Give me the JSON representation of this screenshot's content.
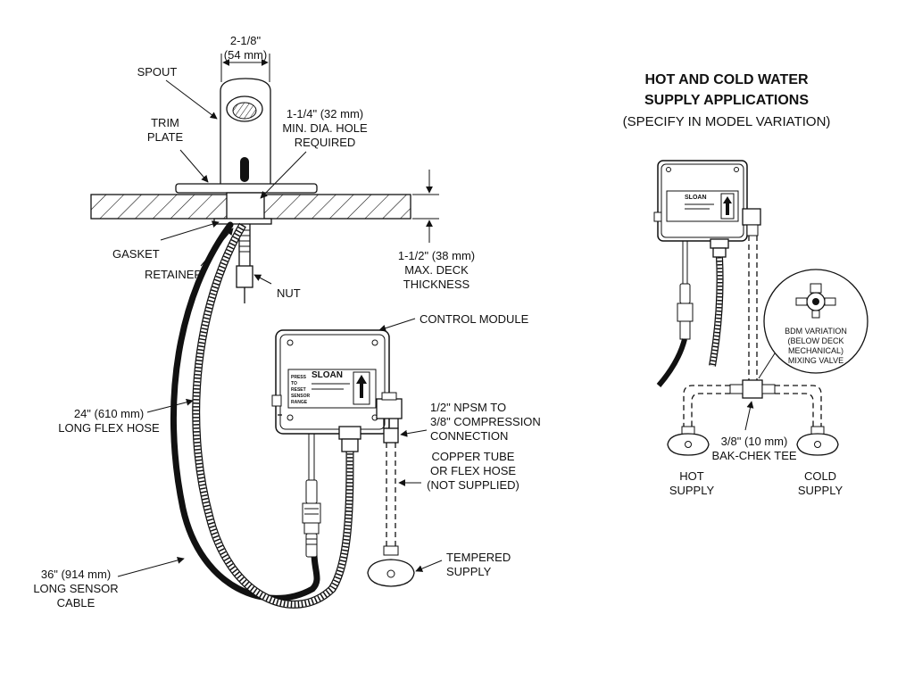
{
  "main": {
    "labels": {
      "width_dim": "2-1/8\"",
      "width_dim_mm": "(54 mm)",
      "spout": "SPOUT",
      "trim_plate_1": "TRIM",
      "trim_plate_2": "PLATE",
      "hole_1": "1-1/4\" (32 mm)",
      "hole_2": "MIN. DIA. HOLE",
      "hole_3": "REQUIRED",
      "gasket": "GASKET",
      "retainer": "RETAINER",
      "nut": "NUT",
      "deck_1": "1-1/2\" (38 mm)",
      "deck_2": "MAX. DECK",
      "deck_3": "THICKNESS",
      "control_module": "CONTROL MODULE",
      "flex_hose_1": "24\" (610 mm)",
      "flex_hose_2": "LONG FLEX HOSE",
      "npsm_1": "1/2\" NPSM TO",
      "npsm_2": "3/8\" COMPRESSION",
      "npsm_3": "CONNECTION",
      "copper_1": "COPPER TUBE",
      "copper_2": "OR  FLEX HOSE",
      "copper_3": "(NOT SUPPLIED)",
      "tempered_1": "TEMPERED",
      "tempered_2": "SUPPLY",
      "sensor_1": "36\" (914 mm)",
      "sensor_2": "LONG SENSOR",
      "sensor_3": "CABLE"
    },
    "module_text": {
      "brand": "SLOAN",
      "press_1": "PRESS",
      "press_2": "TO",
      "press_3": "RESET",
      "press_4": "SENSOR",
      "press_5": "RANGE"
    }
  },
  "inset": {
    "title_1": "HOT AND COLD WATER",
    "title_2": "SUPPLY APPLICATIONS",
    "subtitle": "(SPECIFY IN MODEL VARIATION)",
    "bdm_1": "BDM VARIATION",
    "bdm_2": "(BELOW DECK",
    "bdm_3": "MECHANICAL)",
    "bdm_4": "MIXING VALVE",
    "tee_1": "3/8\" (10 mm)",
    "tee_2": "BAK-CHEK TEE",
    "hot_1": "HOT",
    "hot_2": "SUPPLY",
    "cold_1": "COLD",
    "cold_2": "SUPPLY",
    "brand": "SLOAN"
  },
  "colors": {
    "ink": "#111111",
    "background": "#ffffff"
  }
}
